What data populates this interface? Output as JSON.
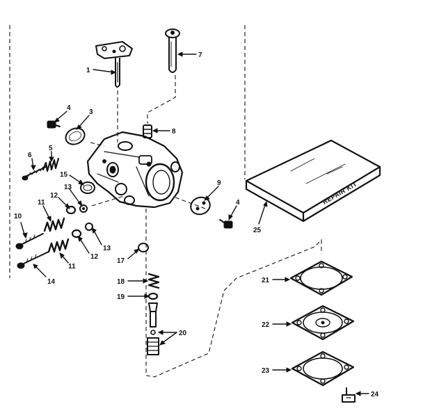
{
  "labels": {
    "p1": "1",
    "p3": "3",
    "p4a": "4",
    "p4b": "4",
    "p5": "5",
    "p6": "6",
    "p7": "7",
    "p8": "8",
    "p9": "9",
    "p10": "10",
    "p11a": "11",
    "p11b": "11",
    "p12a": "12",
    "p12b": "12",
    "p13a": "13",
    "p13b": "13",
    "p14": "14",
    "p15": "15",
    "p17": "17",
    "p18": "18",
    "p19": "19",
    "p20": "20",
    "p21": "21",
    "p22": "22",
    "p23": "23",
    "p24": "24",
    "p25": "25"
  },
  "repair_kit_text": "REPAIR KIT"
}
